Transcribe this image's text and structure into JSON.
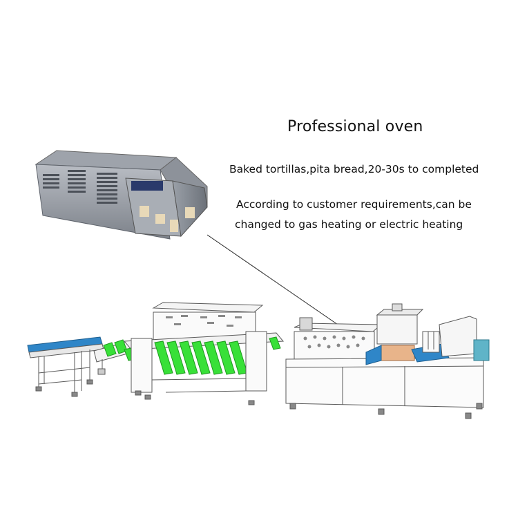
{
  "title": "Professional oven",
  "lines": [
    "Baked tortillas,pita bread,20-30s to completed",
    "According to customer requirements,can be",
    "changed to gas heating or electric heating"
  ],
  "colors": {
    "conveyor_blue": "#2f86c8",
    "roller_green": "#38e038",
    "oven_metal": "#8a8f98",
    "line_art": "#5a5a5a"
  }
}
